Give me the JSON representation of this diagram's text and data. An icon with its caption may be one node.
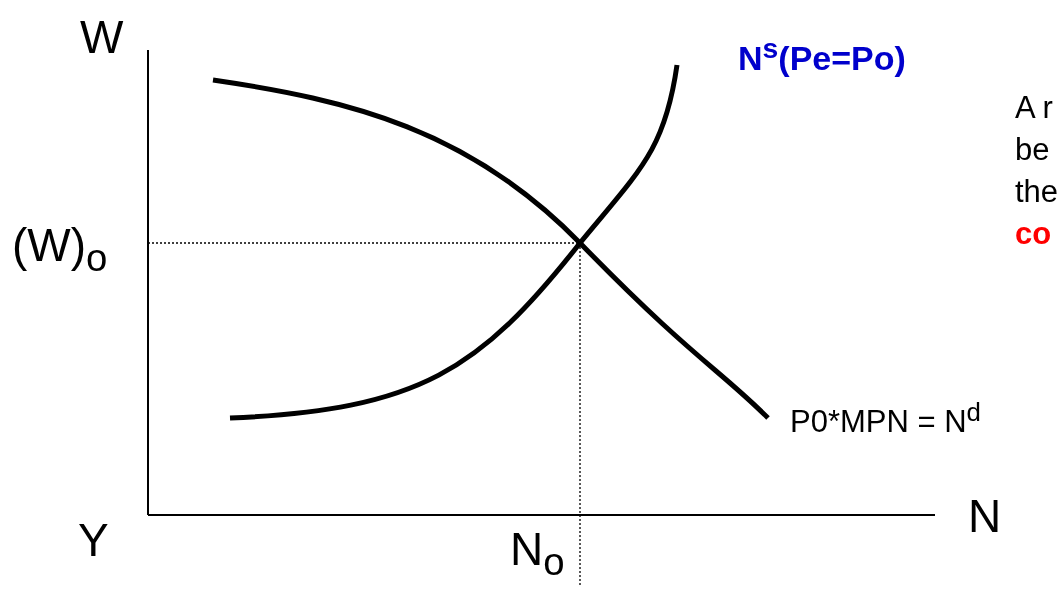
{
  "diagram": {
    "labels": [
      "W",
      "N$^{s}$(Pe=Po)",
      "A r",
      "be",
      "the",
      "co",
      "(W)$_{o}$",
      "P0*MPN = N$^{d}$",
      "Y",
      "N",
      "N$_{o}$"
    ]
  }
}
